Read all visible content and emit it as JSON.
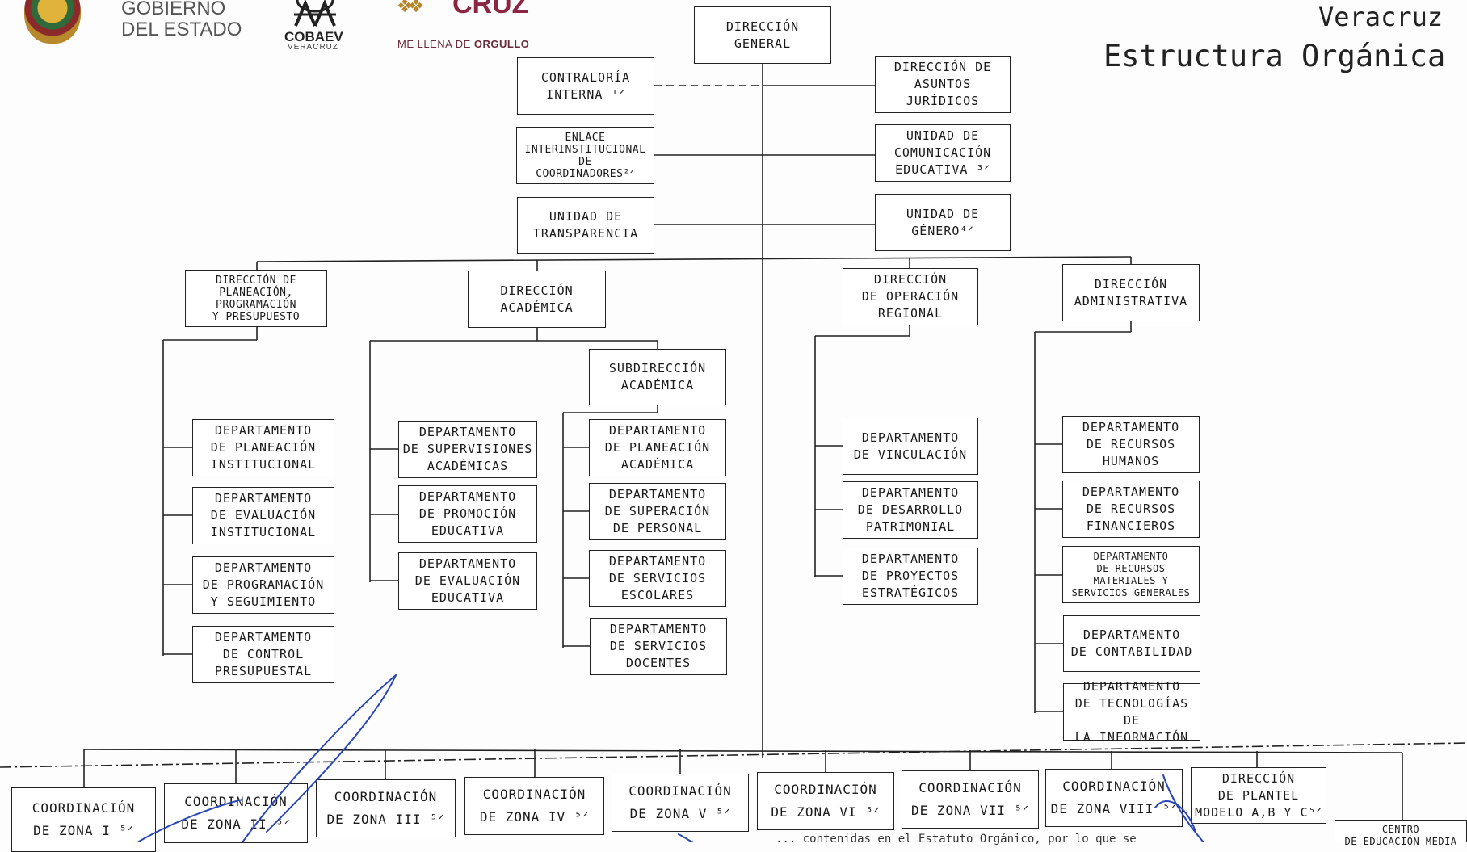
{
  "header": {
    "gobierno": "GOBIERNO\nDEL ESTADO",
    "cobaev": "COBAEV",
    "cobaev_sub": "VERACRUZ",
    "veracruz_logo": "CRUZ",
    "orgullo_prefix": "ME LLENA DE ",
    "orgullo_bold": "ORGULLO",
    "title_line1": "Veracruz",
    "title_line2": "Estructura Orgánica"
  },
  "nodes": {
    "direccion_general": "DIRECCIÓN\nGENERAL",
    "contraloria": "CONTRALORÍA\nINTERNA ¹ᐟ",
    "enlace": "ENLACE\nINTERINSTITUCIONAL\nDE\nCOORDINADORES²ᐟ",
    "transparencia": "UNIDAD DE\nTRANSPARENCIA",
    "juridicos": "DIRECCIÓN DE\nASUNTOS\nJURÍDICOS",
    "comunicacion": "UNIDAD DE\nCOMUNICACIÓN\nEDUCATIVA ³ᐟ",
    "genero": "UNIDAD DE\nGÉNERO⁴ᐟ",
    "dir_planeacion": "DIRECCIÓN DE\nPLANEACIÓN,\nPROGRAMACIÓN\nY PRESUPUESTO",
    "dir_academica": "DIRECCIÓN\nACADÉMICA",
    "dir_operacion": "DIRECCIÓN\nDE OPERACIÓN\nREGIONAL",
    "dir_administrativa": "DIRECCIÓN\nADMINISTRATIVA",
    "subdireccion_academica": "SUBDIRECCIÓN\nACADÉMICA",
    "dp_planeacion_inst": "DEPARTAMENTO\nDE PLANEACIÓN\nINSTITUCIONAL",
    "dp_evaluacion_inst": "DEPARTAMENTO\nDE EVALUACIÓN\nINSTITUCIONAL",
    "dp_programacion": "DEPARTAMENTO\nDE PROGRAMACIÓN\nY SEGUIMIENTO",
    "dp_control": "DEPARTAMENTO\nDE CONTROL\nPRESUPUESTAL",
    "da_supervisiones": "DEPARTAMENTO\nDE SUPERVISIONES\nACADÉMICAS",
    "da_promocion": "DEPARTAMENTO\nDE PROMOCIÓN\nEDUCATIVA",
    "da_evaluacion": "DEPARTAMENTO\nDE EVALUACIÓN\nEDUCATIVA",
    "ds_planeacion_acad": "DEPARTAMENTO\nDE PLANEACIÓN\nACADÉMICA",
    "ds_superacion": "DEPARTAMENTO\nDE SUPERACIÓN\nDE PERSONAL",
    "ds_escolares": "DEPARTAMENTO\nDE SERVICIOS\nESCOLARES",
    "ds_docentes": "DEPARTAMENTO\nDE SERVICIOS\nDOCENTES",
    "do_vinculacion": "DEPARTAMENTO\nDE VINCULACIÓN",
    "do_desarrollo": "DEPARTAMENTO\nDE DESARROLLO\nPATRIMONIAL",
    "do_proyectos": "DEPARTAMENTO\nDE PROYECTOS\nESTRATÉGICOS",
    "dad_humanos": "DEPARTAMENTO\nDE RECURSOS\nHUMANOS",
    "dad_financieros": "DEPARTAMENTO\nDE RECURSOS\nFINANCIEROS",
    "dad_materiales": "DEPARTAMENTO\nDE RECURSOS\nMATERIALES Y\nSERVICIOS GENERALES",
    "dad_contabilidad": "DEPARTAMENTO\nDE CONTABILIDAD",
    "dad_tecnologias": "DEPARTAMENTO\nDE TECNOLOGÍAS DE\nLA INFORMACIÓN",
    "zona_1": "COORDINACIÓN\nDE ZONA I ⁵ᐟ",
    "zona_2": "COORDINACIÓN\nDE ZONA II ⁵ᐟ",
    "zona_3": "COORDINACIÓN\nDE ZONA III ⁵ᐟ",
    "zona_4": "COORDINACIÓN\nDE ZONA IV ⁵ᐟ",
    "zona_5": "COORDINACIÓN\nDE ZONA V ⁵ᐟ",
    "zona_6": "COORDINACIÓN\nDE ZONA VI ⁵ᐟ",
    "zona_7": "COORDINACIÓN\nDE ZONA VII ⁵ᐟ",
    "zona_8": "COORDINACIÓN\nDE ZONA VIII ⁵ᐟ",
    "dir_plantel": "DIRECCIÓN\nDE PLANTEL\nMODELO A,B Y C⁵ᐟ",
    "centro": "CENTRO\nDE EDUCACIÓN MEDIA"
  },
  "footer": {
    "note": "... contenidas en el Estatuto Orgánico, por lo que se"
  }
}
